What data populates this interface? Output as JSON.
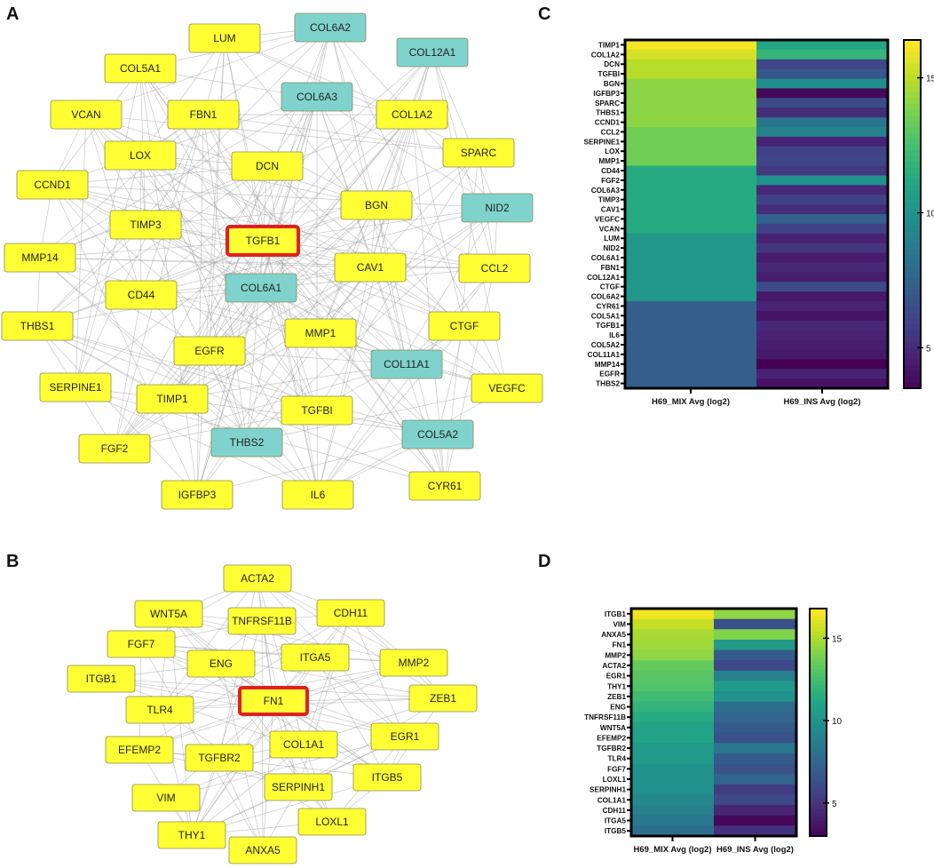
{
  "panels": {
    "a": "A",
    "b": "B",
    "c": "C",
    "d": "D"
  },
  "colors": {
    "up": "#ffff33",
    "down": "#7fd3cc",
    "hub_border": "#e02020",
    "edge": "#9a9a9a"
  },
  "network_a": {
    "hub": "TGFB1",
    "nodes": [
      {
        "label": "LUM",
        "group": "up"
      },
      {
        "label": "COL6A2",
        "group": "down"
      },
      {
        "label": "COL12A1",
        "group": "down"
      },
      {
        "label": "COL5A1",
        "group": "up"
      },
      {
        "label": "COL6A3",
        "group": "down"
      },
      {
        "label": "COL1A2",
        "group": "up"
      },
      {
        "label": "VCAN",
        "group": "up"
      },
      {
        "label": "FBN1",
        "group": "up"
      },
      {
        "label": "SPARC",
        "group": "up"
      },
      {
        "label": "LOX",
        "group": "up"
      },
      {
        "label": "DCN",
        "group": "up"
      },
      {
        "label": "CCND1",
        "group": "up"
      },
      {
        "label": "BGN",
        "group": "up"
      },
      {
        "label": "NID2",
        "group": "down"
      },
      {
        "label": "TIMP3",
        "group": "up"
      },
      {
        "label": "TGFB1",
        "group": "up"
      },
      {
        "label": "MMP14",
        "group": "up"
      },
      {
        "label": "CAV1",
        "group": "up"
      },
      {
        "label": "CCL2",
        "group": "up"
      },
      {
        "label": "CD44",
        "group": "up"
      },
      {
        "label": "COL6A1",
        "group": "down"
      },
      {
        "label": "THBS1",
        "group": "up"
      },
      {
        "label": "MMP1",
        "group": "up"
      },
      {
        "label": "CTGF",
        "group": "up"
      },
      {
        "label": "EGFR",
        "group": "up"
      },
      {
        "label": "COL11A1",
        "group": "down"
      },
      {
        "label": "SERPINE1",
        "group": "up"
      },
      {
        "label": "TIMP1",
        "group": "up"
      },
      {
        "label": "VEGFC",
        "group": "up"
      },
      {
        "label": "TGFBI",
        "group": "up"
      },
      {
        "label": "FGF2",
        "group": "up"
      },
      {
        "label": "THBS2",
        "group": "down"
      },
      {
        "label": "COL5A2",
        "group": "down"
      },
      {
        "label": "IGFBP3",
        "group": "up"
      },
      {
        "label": "IL6",
        "group": "up"
      },
      {
        "label": "CYR61",
        "group": "up"
      }
    ]
  },
  "network_b": {
    "hub": "FN1",
    "nodes": [
      {
        "label": "ACTA2",
        "group": "up"
      },
      {
        "label": "WNT5A",
        "group": "up"
      },
      {
        "label": "TNFRSF11B",
        "group": "up"
      },
      {
        "label": "CDH11",
        "group": "up"
      },
      {
        "label": "FGF7",
        "group": "up"
      },
      {
        "label": "ENG",
        "group": "up"
      },
      {
        "label": "ITGA5",
        "group": "up"
      },
      {
        "label": "MMP2",
        "group": "up"
      },
      {
        "label": "ITGB1",
        "group": "up"
      },
      {
        "label": "FN1",
        "group": "up"
      },
      {
        "label": "TLR4",
        "group": "up"
      },
      {
        "label": "ZEB1",
        "group": "up"
      },
      {
        "label": "EFEMP2",
        "group": "up"
      },
      {
        "label": "TGFBR2",
        "group": "up"
      },
      {
        "label": "COL1A1",
        "group": "up"
      },
      {
        "label": "EGR1",
        "group": "up"
      },
      {
        "label": "ITGB5",
        "group": "up"
      },
      {
        "label": "VIM",
        "group": "up"
      },
      {
        "label": "SERPINH1",
        "group": "up"
      },
      {
        "label": "LOXL1",
        "group": "up"
      },
      {
        "label": "THY1",
        "group": "up"
      },
      {
        "label": "ANXA5",
        "group": "up"
      }
    ]
  },
  "chart_data": [
    {
      "type": "heatmap",
      "panel": "C",
      "rows": [
        "TIMP1",
        "COL1A2",
        "DCN",
        "TGFBI",
        "BGN",
        "IGFBP3",
        "SPARC",
        "THBS1",
        "CCND1",
        "CCL2",
        "SERPINE1",
        "LOX",
        "MMP1",
        "CD44",
        "FGF2",
        "COL6A3",
        "TIMP3",
        "CAV1",
        "VEGFC",
        "VCAN",
        "LUM",
        "NID2",
        "COL6A1",
        "FBN1",
        "COL12A1",
        "CTGF",
        "COL6A2",
        "CYR61",
        "COL5A1",
        "TGFB1",
        "IL6",
        "COL5A2",
        "COL11A1",
        "MMP14",
        "EGFR",
        "THBS2"
      ],
      "columns": [
        "H69_MIX Avg (log2)",
        "H69_INS Avg (log2)"
      ],
      "values": [
        [
          16.2,
          11.2
        ],
        [
          15.6,
          12.0
        ],
        [
          15.0,
          6.3
        ],
        [
          15.0,
          7.0
        ],
        [
          14.2,
          9.8
        ],
        [
          14.2,
          3.8
        ],
        [
          14.2,
          6.5
        ],
        [
          14.2,
          5.2
        ],
        [
          14.2,
          8.5
        ],
        [
          13.6,
          9.2
        ],
        [
          13.6,
          4.8
        ],
        [
          13.6,
          6.0
        ],
        [
          13.6,
          6.2
        ],
        [
          11.4,
          5.6
        ],
        [
          11.4,
          10.0
        ],
        [
          11.4,
          5.0
        ],
        [
          11.4,
          6.0
        ],
        [
          11.4,
          5.2
        ],
        [
          11.4,
          7.5
        ],
        [
          11.4,
          6.0
        ],
        [
          10.4,
          4.8
        ],
        [
          10.4,
          5.5
        ],
        [
          10.4,
          4.5
        ],
        [
          10.4,
          5.0
        ],
        [
          10.4,
          4.6
        ],
        [
          10.4,
          6.5
        ],
        [
          10.4,
          4.4
        ],
        [
          7.4,
          4.8
        ],
        [
          7.4,
          4.2
        ],
        [
          7.4,
          5.0
        ],
        [
          7.4,
          4.8
        ],
        [
          7.4,
          4.6
        ],
        [
          7.4,
          4.4
        ],
        [
          7.4,
          3.4
        ],
        [
          7.4,
          4.8
        ],
        [
          7.4,
          4.2
        ]
      ],
      "color_scale": "viridis",
      "vmin": 3.5,
      "vmax": 16.4,
      "colorbar_ticks": [
        5,
        10,
        15
      ]
    },
    {
      "type": "heatmap",
      "panel": "D",
      "rows": [
        "ITGB1",
        "VIM",
        "ANXA5",
        "FN1",
        "MMP2",
        "ACTA2",
        "EGR1",
        "THY1",
        "ZEB1",
        "ENG",
        "TNFRSF11B",
        "WNT5A",
        "EFEMP2",
        "TGFBR2",
        "TLR4",
        "FGF7",
        "LOXL1",
        "SERPINH1",
        "COL1A1",
        "CDH11",
        "ITGA5",
        "ITGB5"
      ],
      "columns": [
        "H69_MIX Avg (log2)",
        "H69_INS Avg (log2)"
      ],
      "values": [
        [
          16.5,
          14.5
        ],
        [
          15.6,
          6.5
        ],
        [
          15.0,
          14.2
        ],
        [
          14.8,
          10.5
        ],
        [
          14.5,
          7.0
        ],
        [
          13.5,
          6.0
        ],
        [
          13.2,
          9.0
        ],
        [
          13.0,
          10.5
        ],
        [
          12.5,
          10.0
        ],
        [
          12.0,
          8.0
        ],
        [
          11.5,
          7.5
        ],
        [
          11.0,
          7.0
        ],
        [
          11.0,
          6.5
        ],
        [
          10.5,
          8.5
        ],
        [
          10.5,
          7.0
        ],
        [
          10.0,
          6.5
        ],
        [
          10.0,
          7.5
        ],
        [
          10.0,
          5.5
        ],
        [
          9.5,
          6.0
        ],
        [
          9.0,
          4.5
        ],
        [
          8.5,
          3.3
        ],
        [
          8.0,
          5.0
        ]
      ],
      "color_scale": "viridis",
      "vmin": 3.0,
      "vmax": 16.8,
      "colorbar_ticks": [
        5,
        10,
        15
      ]
    }
  ]
}
